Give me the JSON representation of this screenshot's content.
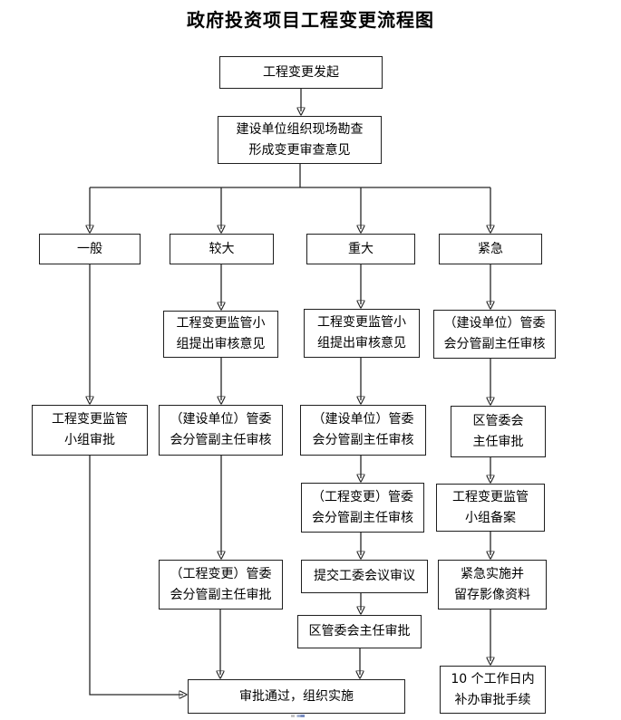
{
  "title": "政府投资项目工程变更流程图",
  "nodes": {
    "start": {
      "lines": [
        "工程变更发起"
      ]
    },
    "survey": {
      "lines": [
        "建设单位组织现场勘查",
        "形成变更审查意见"
      ]
    },
    "cat_general": {
      "lines": [
        "一般"
      ]
    },
    "cat_larger": {
      "lines": [
        "较大"
      ]
    },
    "cat_major": {
      "lines": [
        "重大"
      ]
    },
    "cat_urgent": {
      "lines": [
        "紧急"
      ]
    },
    "general_1": {
      "lines": [
        "工程变更监管",
        "小组审批"
      ]
    },
    "larger_1": {
      "lines": [
        "工程变更监管小",
        "组提出审核意见"
      ]
    },
    "larger_2": {
      "lines": [
        "（建设单位）管委",
        "会分管副主任审核"
      ]
    },
    "larger_3": {
      "lines": [
        "（工程变更）管委",
        "会分管副主任审批"
      ]
    },
    "major_1": {
      "lines": [
        "工程变更监管小",
        "组提出审核意见"
      ]
    },
    "major_2": {
      "lines": [
        "（建设单位）管委",
        "会分管副主任审核"
      ]
    },
    "major_3": {
      "lines": [
        "（工程变更）管委",
        "会分管副主任审核"
      ]
    },
    "major_4": {
      "lines": [
        "提交工委会议审议"
      ]
    },
    "major_5": {
      "lines": [
        "区管委会主任审批"
      ]
    },
    "urgent_1": {
      "lines": [
        "（建设单位）管委",
        "会分管副主任审核"
      ]
    },
    "urgent_2": {
      "lines": [
        "区管委会",
        "主任审批"
      ]
    },
    "urgent_3": {
      "lines": [
        "工程变更监管",
        "小组备案"
      ]
    },
    "urgent_4": {
      "lines": [
        "紧急实施并",
        "留存影像资料"
      ]
    },
    "urgent_5": {
      "lines": [
        "10 个工作日内",
        "补办审批手续"
      ]
    },
    "final": {
      "lines": [
        "审批通过，组织实施"
      ]
    }
  },
  "edges": [
    {
      "from": "start",
      "to": "survey"
    },
    {
      "from": "survey",
      "to": "cat_general"
    },
    {
      "from": "survey",
      "to": "cat_larger"
    },
    {
      "from": "survey",
      "to": "cat_major"
    },
    {
      "from": "survey",
      "to": "cat_urgent"
    },
    {
      "from": "cat_general",
      "to": "general_1"
    },
    {
      "from": "general_1",
      "to": "final"
    },
    {
      "from": "cat_larger",
      "to": "larger_1"
    },
    {
      "from": "larger_1",
      "to": "larger_2"
    },
    {
      "from": "larger_2",
      "to": "larger_3"
    },
    {
      "from": "larger_3",
      "to": "final"
    },
    {
      "from": "cat_major",
      "to": "major_1"
    },
    {
      "from": "major_1",
      "to": "major_2"
    },
    {
      "from": "major_2",
      "to": "major_3"
    },
    {
      "from": "major_3",
      "to": "major_4"
    },
    {
      "from": "major_4",
      "to": "major_5"
    },
    {
      "from": "major_5",
      "to": "final"
    },
    {
      "from": "cat_urgent",
      "to": "urgent_1"
    },
    {
      "from": "urgent_1",
      "to": "urgent_2"
    },
    {
      "from": "urgent_2",
      "to": "urgent_3"
    },
    {
      "from": "urgent_3",
      "to": "urgent_4"
    },
    {
      "from": "urgent_4",
      "to": "urgent_5"
    }
  ],
  "colors": {
    "background": "#ffffff",
    "box_fill": "#ffffff",
    "box_border": "#1f1f1f",
    "line": "#262626",
    "text": "#000000"
  }
}
